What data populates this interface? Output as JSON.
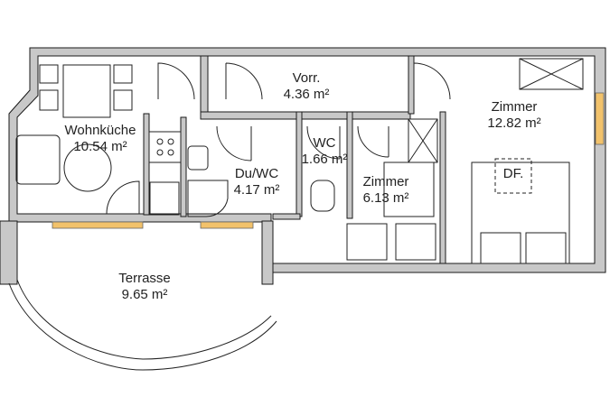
{
  "rooms": [
    {
      "id": "vorraum",
      "name": "Vorr.",
      "area": "4.36 m²"
    },
    {
      "id": "wohnkueche",
      "name": "Wohnküche",
      "area": "10.54 m²"
    },
    {
      "id": "bad",
      "name": "Du/WC",
      "area": "4.17 m²"
    },
    {
      "id": "wc",
      "name": "WC",
      "area": "1.66 m²"
    },
    {
      "id": "zimmer-small",
      "name": "Zimmer",
      "area": "6.13 m²"
    },
    {
      "id": "zimmer-large",
      "name": "Zimmer",
      "area": "12.82 m²"
    },
    {
      "id": "terrasse",
      "name": "Terrasse",
      "area": "9.65 m²"
    }
  ],
  "annotations": {
    "skylight": "DF."
  },
  "colors": {
    "wall": "#c8c8c8",
    "wall_edge": "#1a1a1a",
    "line": "#222222",
    "window": "#f2c26b"
  }
}
